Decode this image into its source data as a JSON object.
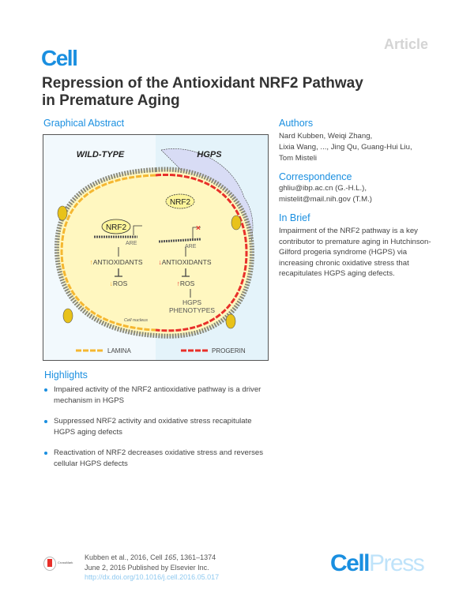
{
  "header": {
    "article_label": "Article",
    "journal_logo": "Cell",
    "title": "Repression of the Antioxidant NRF2 Pathway in Premature Aging"
  },
  "graphical_abstract": {
    "heading": "Graphical Abstract",
    "left_label": "WILD-TYPE",
    "right_label": "HGPS",
    "nrf2": "NRF2",
    "are": "ARE",
    "antioxidants": "ANTIOXIDANTS",
    "ros": "ROS",
    "phenotypes_line1": "HGPS",
    "phenotypes_line2": "PHENOTYPES",
    "nucleus_label": "Cell nucleus",
    "legend_lamina": "LAMINA",
    "legend_progerin": "PROGERIN",
    "colors": {
      "lamina": "#f5b731",
      "progerin": "#e8302a",
      "nucleus": "#fff7c0",
      "cytoplasm": "#d8dcf5"
    }
  },
  "authors": {
    "heading": "Authors",
    "lines": [
      "Nard Kubben, Weiqi Zhang,",
      "Lixia Wang, ..., Jing Qu, Guang-Hui Liu,",
      "Tom Misteli"
    ]
  },
  "correspondence": {
    "heading": "Correspondence",
    "lines": [
      "ghliu@ibp.ac.cn (G.-H.L.),",
      "mistelit@mail.nih.gov (T.M.)"
    ]
  },
  "in_brief": {
    "heading": "In Brief",
    "text": "Impairment of the NRF2 pathway is a key contributor to premature aging in Hutchinson-Gilford progeria syndrome (HGPS) via increasing chronic oxidative stress that recapitulates HGPS aging defects."
  },
  "highlights": {
    "heading": "Highlights",
    "items": [
      "Impaired activity of the NRF2 antioxidative pathway is a driver mechanism in HGPS",
      "Suppressed NRF2 activity and oxidative stress recapitulate HGPS aging defects",
      "Reactivation of NRF2 decreases oxidative stress and reverses cellular HGPS defects"
    ]
  },
  "footer": {
    "crossmark": "CrossMark",
    "citation_prefix": "Kubben et al., 2016, Cell ",
    "volume": "165",
    "citation_suffix": ", 1361–1374",
    "published": "June 2, 2016 Published by Elsevier Inc.",
    "doi": "http://dx.doi.org/10.1016/j.cell.2016.05.017",
    "publisher_logo_a": "Cell",
    "publisher_logo_b": "Press"
  }
}
